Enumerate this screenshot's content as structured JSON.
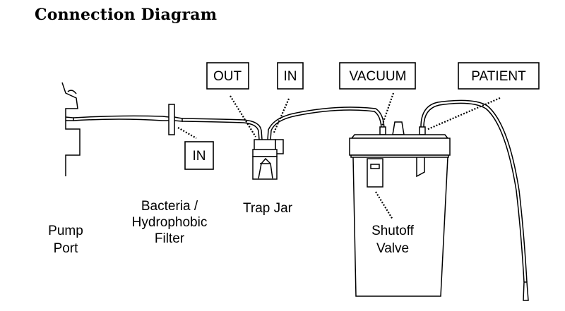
{
  "title": "Connection Diagram",
  "callouts": {
    "trap_out": "OUT",
    "trap_in": "IN",
    "vacuum": "VACUUM",
    "patient": "PATIENT",
    "filter_in": "IN"
  },
  "components": {
    "pump_port": [
      "Pump",
      "Port"
    ],
    "filter": [
      "Bacteria /",
      "Hydrophobic",
      "Filter"
    ],
    "trap_jar": [
      "Trap Jar"
    ],
    "shutoff_valve": [
      "Shutoff",
      "Valve"
    ]
  }
}
